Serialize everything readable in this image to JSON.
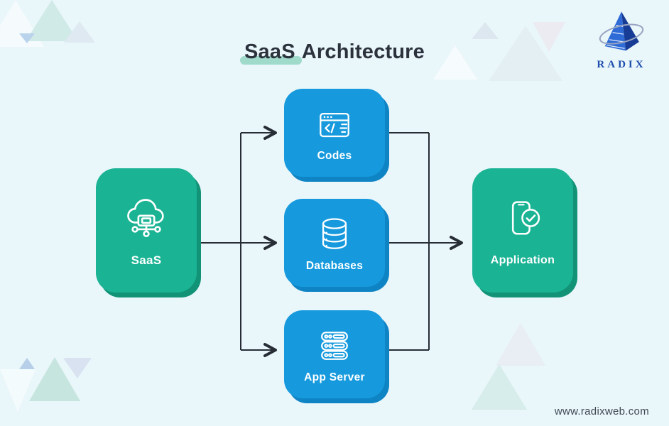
{
  "title": {
    "highlighted": "SaaS",
    "rest": "Architecture"
  },
  "logo": {
    "brand": "RADIX"
  },
  "diagram": {
    "source": {
      "label": "SaaS",
      "icon": "cloud-network-icon"
    },
    "middle": [
      {
        "label": "Codes",
        "icon": "code-window-icon"
      },
      {
        "label": "Databases",
        "icon": "database-icon"
      },
      {
        "label": "App Server",
        "icon": "server-rack-icon"
      }
    ],
    "target": {
      "label": "Application",
      "icon": "mobile-check-icon"
    },
    "colors": {
      "source_target_fill": "#1ab394",
      "middle_fill": "#169add",
      "arrow": "#262d35",
      "highlight": "#9fdacb"
    }
  },
  "footer": {
    "website": "www.radixweb.com"
  }
}
